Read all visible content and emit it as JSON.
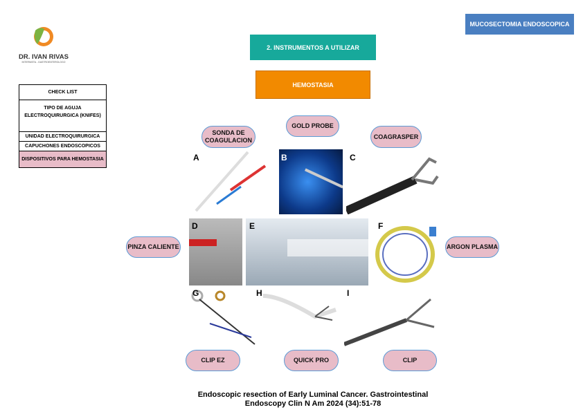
{
  "logo": {
    "name": "DR. IVAN RIVAS",
    "subtitle": "INTERNISTA - GASTROENTEROLOGO"
  },
  "header": {
    "topic": "MUCOSECTOMIA ENDOSCOPICA",
    "section": "2. INSTRUMENTOS A UTILIZAR",
    "subsection": "HEMOSTASIA"
  },
  "checklist": {
    "title": "CHECK LIST",
    "items": [
      "TIPO DE AGUJA ELECTROQUIRURGICA (KNIFES)",
      "UNIDAD ELECTROQUIRURGICA",
      "CAPUCHONES ENDOSCOPICOS",
      "DISPOSITIVOS PARA HEMOSTASIA"
    ]
  },
  "devices": {
    "sonda": "SONDA DE COAGULACION",
    "gold": "GOLD PROBE",
    "coagrasper": "COAGRASPER",
    "pinza": "PINZA CALIENTE",
    "argon": "ARGON PLASMA",
    "clipez": "CLIP EZ",
    "quickpro": "QUICK PRO",
    "clip": "CLIP"
  },
  "panels": [
    "A",
    "B",
    "C",
    "D",
    "E",
    "F",
    "G",
    "H",
    "I"
  ],
  "caption": {
    "line1": "Endoscopic resection of Early Luminal Cancer.  Gastrointestinal",
    "line2": "Endoscopy Clin N Am 2024 (34):51-78"
  },
  "colors": {
    "blue": "#4a7fc1",
    "teal": "#17a99b",
    "orange": "#f28a00",
    "pink": "#e8bcc8"
  }
}
